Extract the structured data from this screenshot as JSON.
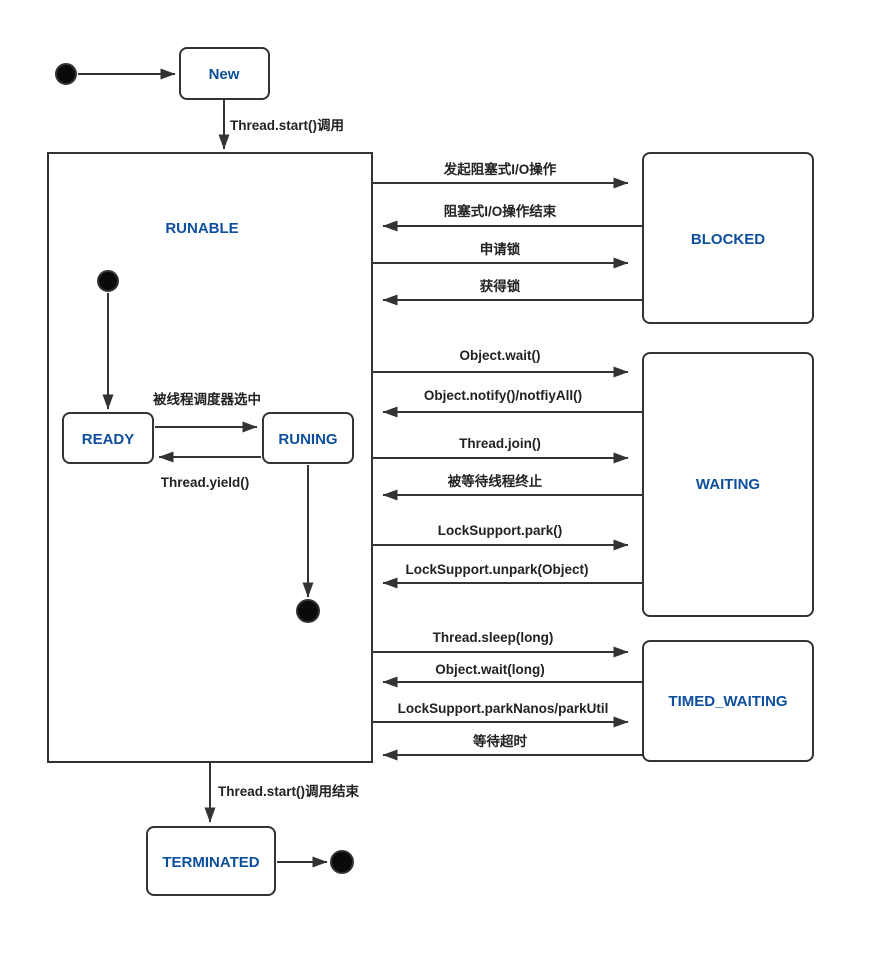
{
  "diagram": {
    "colors": {
      "state_text": "#0d4f9c",
      "line": "#333333",
      "label_text": "#222222",
      "box_fill": "#ffffff",
      "background": "#ffffff"
    },
    "states": {
      "new": "New",
      "runable": "RUNABLE",
      "ready": "READY",
      "runing": "RUNING",
      "blocked": "BLOCKED",
      "waiting": "WAITING",
      "timed_waiting": "TIMED_WAITING",
      "terminated": "TERMINATED"
    },
    "transitions": {
      "start_call": "Thread.start()调用",
      "scheduler_selected": "被线程调度器选中",
      "thread_yield": "Thread.yield()",
      "io_begin": "发起阻塞式I/O操作",
      "io_end": "阻塞式I/O操作结束",
      "lock_request": "申请锁",
      "lock_acquired": "获得锁",
      "object_wait": "Object.wait()",
      "object_notify": "Object.notify()/notfiyAll()",
      "thread_join": "Thread.join()",
      "waited_thread_terminated": "被等待线程终止",
      "locksupport_park": "LockSupport.park()",
      "locksupport_unpark": "LockSupport.unpark(Object)",
      "thread_sleep": "Thread.sleep(long)",
      "object_wait_long": "Object.wait(long)",
      "locksupport_parknanos": "LockSupport.parkNanos/parkUtil",
      "wait_timeout": "等待超时",
      "start_call_end": "Thread.start()调用结束"
    }
  }
}
